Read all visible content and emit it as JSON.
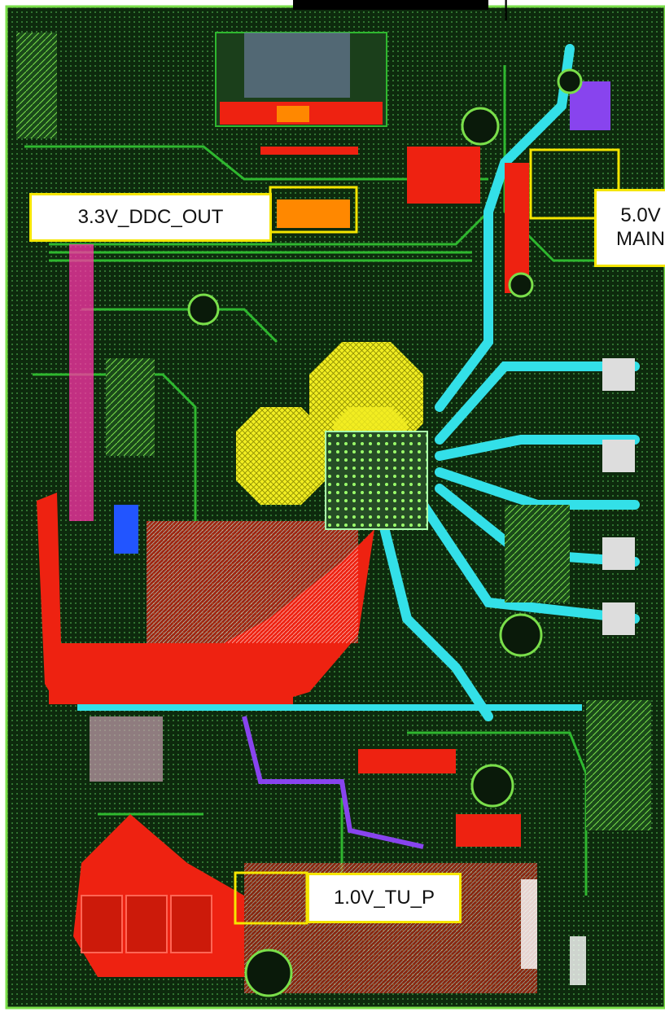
{
  "image": {
    "kind": "pcb-layout",
    "colors": {
      "board_background": "#0d2a0d",
      "trace_green": "#2fb82f",
      "trace_light_green": "#8cff5a",
      "copper_red": "#ee2211",
      "high_speed_cyan": "#33e0e8",
      "power_yellow": "#f2ee22",
      "magenta": "#ff33aa",
      "purple": "#8844ee",
      "orange": "#ff8800",
      "highlight_border": "#f5e600"
    }
  },
  "callouts": [
    {
      "id": "ddc",
      "text": "3.3V_DDC_OUT"
    },
    {
      "id": "main",
      "text": "5.0V\nMAIN"
    },
    {
      "id": "tu",
      "text": "1.0V_TU_P"
    }
  ],
  "top_tab": {
    "text": "|"
  }
}
